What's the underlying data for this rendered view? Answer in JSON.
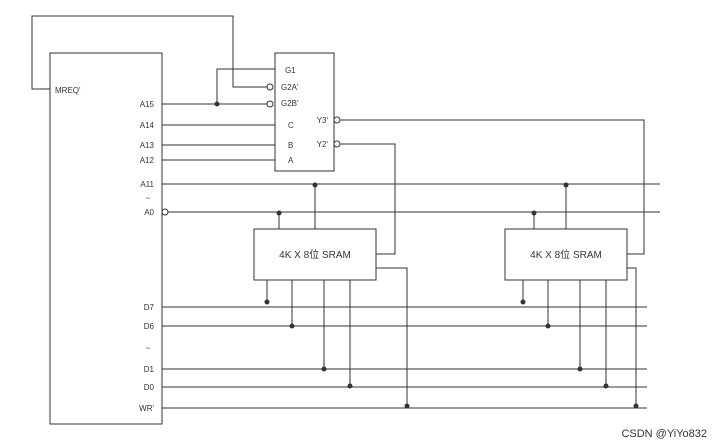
{
  "cpu": {
    "mreq": "MREQ'",
    "pins": [
      "A15",
      "A14",
      "A13",
      "A12",
      "A11",
      "~",
      "A0",
      "D7",
      "D6",
      "~",
      "D1",
      "D0",
      "WR'"
    ]
  },
  "decoder": {
    "inputs": [
      "G1",
      "G2A'",
      "G2B'",
      "C",
      "B",
      "A"
    ],
    "outputs": [
      "Y3'",
      "Y2'"
    ]
  },
  "sram": [
    {
      "label": "4K X 8位 SRAM"
    },
    {
      "label": "4K X 8位 SRAM"
    }
  ],
  "watermark": "CSDN @YiYo832"
}
